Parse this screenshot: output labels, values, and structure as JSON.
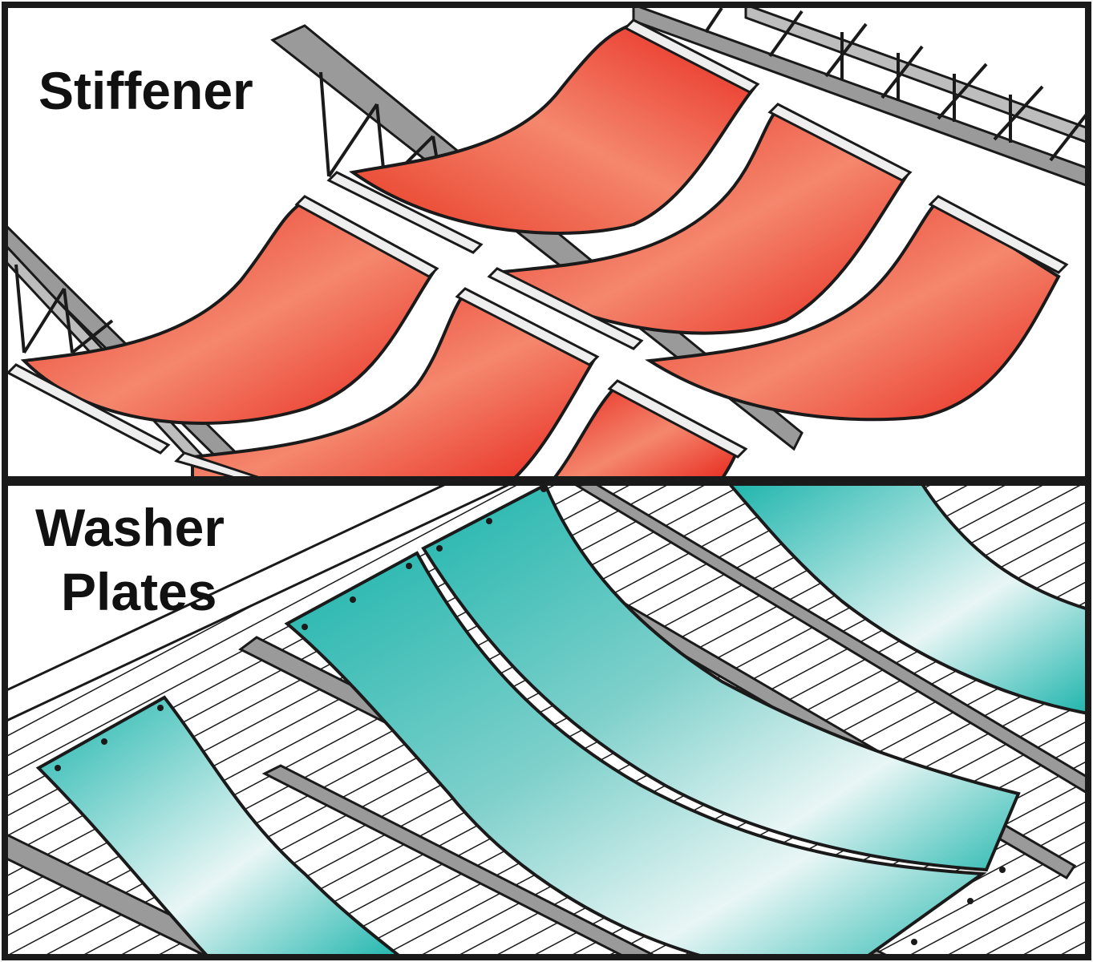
{
  "panels": {
    "top": {
      "label": "Stiffener",
      "panel_color": "#ee5a3e",
      "panel_highlight": "#f6927a"
    },
    "bottom": {
      "label_line1": "Washer",
      "label_line2": "Plates",
      "panel_color": "#1fb5ad",
      "panel_highlight": "#e8f6f5"
    }
  },
  "colors": {
    "outline": "#1a1a1a",
    "steel": "#9a9a9a",
    "steel_dark": "#6e6e6e",
    "background": "#ffffff"
  }
}
